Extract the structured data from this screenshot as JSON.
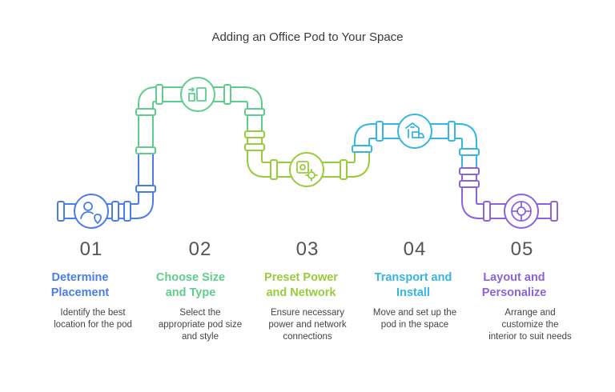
{
  "title": "Adding an Office Pod to Your Space",
  "colors": {
    "step1": "#4a7de6",
    "step2": "#5fce8c",
    "step3": "#97cc3b",
    "step4": "#35b5e0",
    "step5": "#8b63dd"
  },
  "steps": [
    {
      "number": "01",
      "title_line1": "Determine",
      "title_line2": "Placement",
      "desc_line1": "Identify the best",
      "desc_line2": "location for the pod",
      "desc_line3": "",
      "icon": "location-person-icon"
    },
    {
      "number": "02",
      "title_line1": "Choose Size",
      "title_line2": "and Type",
      "desc_line1": "Select the",
      "desc_line2": "appropriate pod size",
      "desc_line3": "and style",
      "icon": "resize-icon"
    },
    {
      "number": "03",
      "title_line1": "Preset Power",
      "title_line2": "and Network",
      "desc_line1": "Ensure necessary",
      "desc_line2": "power and network",
      "desc_line3": "connections",
      "icon": "gear-settings-icon"
    },
    {
      "number": "04",
      "title_line1": "Transport and",
      "title_line2": "Install",
      "desc_line1": "Move and set up the",
      "desc_line2": "pod in the space",
      "desc_line3": "",
      "icon": "truck-warehouse-icon"
    },
    {
      "number": "05",
      "title_line1": "Layout and",
      "title_line2": "Personalize",
      "desc_line1": "Arrange and",
      "desc_line2": "customize the",
      "desc_line3": "interior to suit needs",
      "icon": "compass-dial-icon"
    }
  ]
}
